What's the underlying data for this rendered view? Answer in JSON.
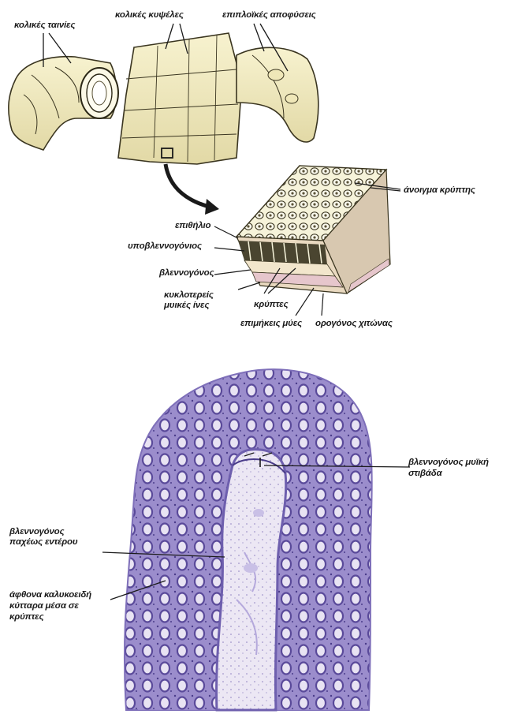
{
  "top_labels": {
    "teniae": "κολικές ταινίες",
    "haustra": "κολικές κυψέλες",
    "appendices": "επιπλοϊκές αποφύσεις"
  },
  "block_labels": {
    "crypt_opening": "άνοιγμα κρύπτης",
    "epithelium": "επιθήλιο",
    "submucosa": "υποβλεννογόνιος",
    "mucosa": "βλεννογόνος",
    "circular_muscle_1": "κυκλοτερείς",
    "circular_muscle_2": "μυικές ίνες",
    "crypts": "κρύπτες",
    "longitudinal_muscle": "επιμήκεις μύες",
    "serosa": "ορογόνος χιτώνας"
  },
  "histology_labels": {
    "muscularis_mucosae_1": "βλεννογόνος μυϊκή",
    "muscularis_mucosae_2": "στιβάδα",
    "large_intestine_mucosa_1": "βλεννογόνος",
    "large_intestine_mucosa_2": "παχέως εντέρου",
    "goblet_cells_1": "άφθονα καλυκοειδή",
    "goblet_cells_2": "κύτταρα μέσα σε",
    "goblet_cells_3": "κρύπτες"
  },
  "colors": {
    "tissue_fill": "#f4f0c8",
    "tissue_stroke": "#3a3520",
    "histo_purple": "#8f7fc4",
    "histo_dark": "#5a4a9a",
    "histo_light": "#e8e3f3",
    "muscle_pink": "#e6c6cc"
  }
}
